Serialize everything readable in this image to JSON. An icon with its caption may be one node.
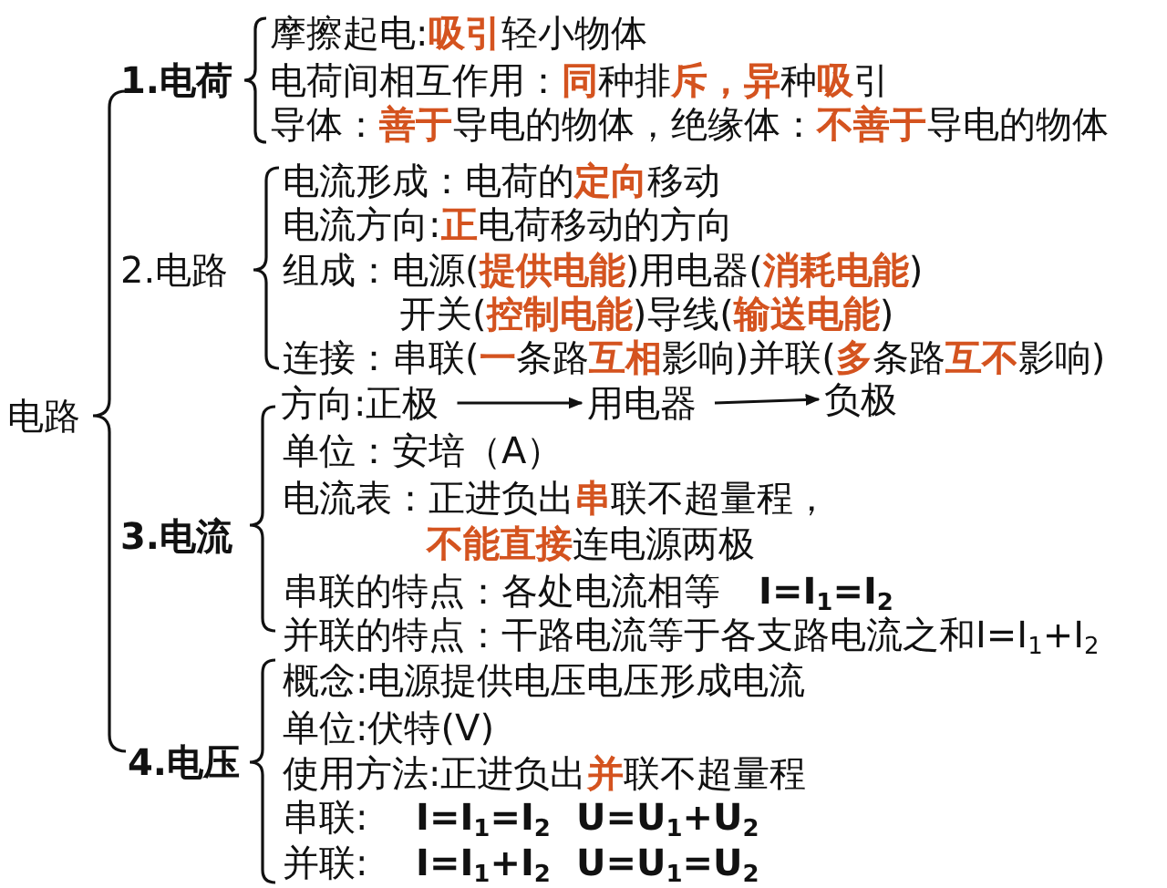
{
  "diagram": {
    "nodes": [
      {
        "text": [
          "方向:正极"
        ]
      },
      {
        "text": [
          "用电器"
        ]
      },
      {
        "text": [
          "负极"
        ]
      }
    ],
    "edges": [
      {
        "from": 0,
        "to": 1,
        "arrow": "to"
      },
      {
        "from": 1,
        "to": 2,
        "arrow": "to"
      }
    ],
    "labels": [
      "电路",
      "1.电荷",
      "摩擦起电:**吸引**轻小物体",
      "电荷间相互作用：**同**种排**斥，异**种**吸**引",
      "导体：**善于**导电的物体，绝缘体：**不善于**导电的物体",
      "2.电路",
      "电流形成：电荷的**定向**移动",
      "电流方向:**正**电荷移动的方向",
      "组成：电源(**提供电能**)用电器(**消耗电能**)",
      "开关(**控制电能**)导线(**输送电能**)",
      "连接：串联(**一**条路**互相**影响)并联(**多**条路**互不**影响)",
      "3.电流",
      "单位：安培（A）",
      "电流表：正进负出**串**联不超量程，",
      "**不能直接**连电源两极",
      "串联的特点：各处电流相等",
      "I=I$_{1}$=I$_{2}$",
      "并联的特点：干路电流等于各支路电流之和I=I$_{1}$+I$_{2}$",
      "4.电压",
      "概念:电源提供电压电压形成电流",
      "单位:伏特(V)",
      "使用方法:正进负出**并**联不超量程",
      "串联:",
      "I=I$_{1}$=I$_{2}$",
      "U=U$_{1}$+U$_{2}$",
      "并联:",
      "I=I$_{1}$+I$_{2}$",
      "U=U$_{1}$=U$_{2}$"
    ]
  }
}
